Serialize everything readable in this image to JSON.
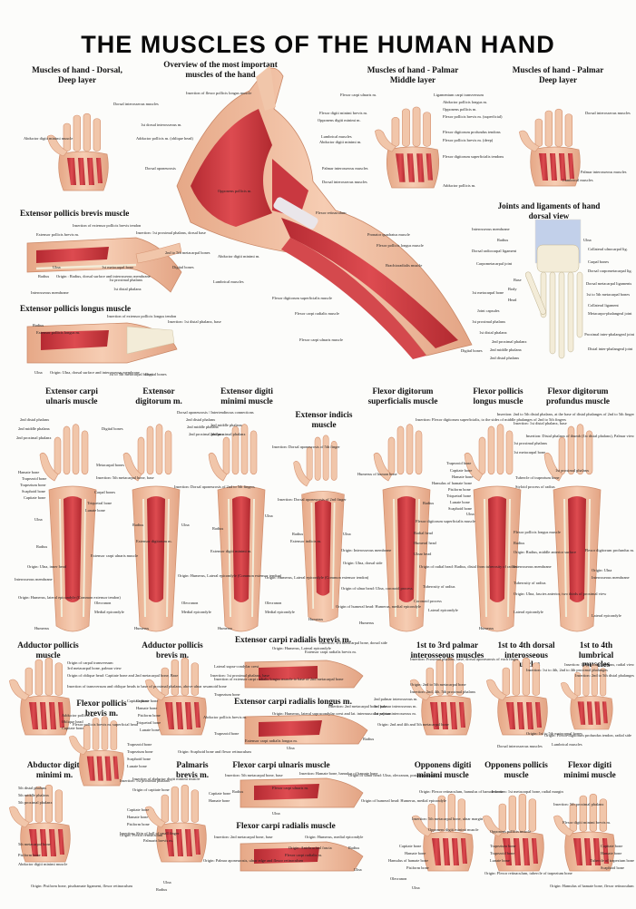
{
  "title": "THE MUSCLES OF THE HUMAN HAND",
  "colors": {
    "muscle": "#c8323a",
    "muscle_light": "#e07b78",
    "skin": "#f2c3a5",
    "skin_dark": "#e2a07f",
    "bone": "#f3ecd8",
    "tendon": "#e8e8ec",
    "vein": "#3c56b4",
    "nerve": "#e8d24a"
  },
  "sections": {
    "dorsal_deep": "Muscles of hand - Dorsal, Deep layer",
    "overview": "Overview of the most important muscles of the hand",
    "palmar_middle": "Muscles of hand - Palmar Middle layer",
    "palmar_deep": "Muscles of hand - Palmar Deep layer",
    "epb": "Extensor pollicis brevis muscle",
    "epl": "Extensor pollicis longus muscle",
    "joints": "Joints and ligaments of hand dorsal view",
    "ecu": "Extensor carpi ulnaris muscle",
    "ed": "Extensor digitorum m.",
    "edm": "Extensor digiti minimi muscle",
    "ei": "Extensor indicis muscle",
    "fds": "Flexor digitorum superficialis muscle",
    "fpl": "Flexor pollicis longus muscle",
    "fdp": "Flexor digitorum profundus muscle",
    "apl": "Adductor pollicis muscle",
    "apb": "Adductor pollicis brevis m.",
    "ecrb": "Extensor carpi radialis brevis m.",
    "palmar_interossei": "1st to 3rd palmar interosseous muscles",
    "dorsal_interossei": "1st to 4th dorsal interosseous muscles",
    "lumbrical": "1st to 4th lumbrical muscles",
    "fpb": "Flexor pollicis brevis m.",
    "ecrl": "Extensor carpi radialis longus m.",
    "adm": "Abductor digiti minimi m.",
    "pb": "Palmaris brevis m.",
    "fcu": "Flexor carpi ulnaris muscle",
    "odm": "Opponens digiti minimi muscle",
    "op": "Opponens pollicis muscle",
    "fdmin": "Flexor digiti minimi muscle",
    "fcr": "Flexor carpi radialis muscle"
  },
  "labels": {
    "overview": [
      "Insertion of flexor pollicis longus muscle",
      "1st dorsal interosseous m.",
      "Adductor pollicis m. (oblique head)",
      "Dorsal aponeurosis",
      "Lumbrical muscles",
      "Opponens pollicis m.",
      "Abductor digiti minimi m.",
      "Flexor retinaculum",
      "Pronator quadratus muscle",
      "Flexor pollicis longus muscle",
      "Brachioradialis muscle",
      "Flexor carpi radialis muscle",
      "Flexor carpi ulnaris muscle",
      "Flexor digitorum superficialis muscle"
    ],
    "palmar_middle": [
      "Flexor carpi ulnaris m.",
      "Ligamentum carpi transversum",
      "Abductor pollicis longus m.",
      "Opponens pollicis m.",
      "Flexor pollicis brevis m. (superficial)",
      "Flexor digiti minimi brevis m.",
      "Opponens digiti minimi m.",
      "Abductor digiti minimi m.",
      "Lumbrical muscles",
      "Flexor digitorum profundus tendons",
      "Flexor digitorum superficialis tendons",
      "Palmar interosseous muscles",
      "Dorsal interosseous muscles",
      "Adductor pollicis m.",
      "Flexor pollicis brevis m. (deep)"
    ],
    "dorsal_deep": [
      "Dorsal interosseous muscles",
      "Abductor digiti minimi muscle"
    ],
    "palmar_deep": [
      "Dorsal interosseous muscles",
      "Palmar interosseous muscles",
      "Lumbrical muscles"
    ],
    "epb": [
      "Insertion of extensor pollicis brevis tendon",
      "Insertion: 1st proximal phalanx, dorsal base",
      "Extensor pollicis brevis m.",
      "Ulna",
      "Radius",
      "Origin : Radius, dorsal surface and interosseous membrane",
      "Interosseous membrane",
      "1st metacarpal bone",
      "2nd to 5th metacarpal bones",
      "1st proximal phalanx",
      "1st distal phalanx",
      "Digital bones"
    ],
    "epl": [
      "Insertion of extensor pollicis longus tendon",
      "Insertion: 1st distal phalanx, base",
      "Extensor pollicis longus m.",
      "Radius",
      "Ulna",
      "Origin: Ulna, dorsal surface and interosseous membrane",
      "1st to 5th metacarpal bones",
      "Digital bones"
    ],
    "joints": [
      "Interosseous membrane",
      "Radius",
      "Dorsal radiocarpal ligament",
      "Carpometacarpal joint",
      "Base",
      "Body",
      "Head",
      "1st metacarpal bone",
      "Joint capsules",
      "1st proximal phalanx",
      "1st distal phalanx",
      "2nd proximal phalanx",
      "2nd middle phalanx",
      "2nd distal phalanx",
      "Digital bones",
      "Ulna",
      "Collateral ulnocarpal lig.",
      "Carpal bones",
      "Dorsal carpometacarpal lig.",
      "Dorsal metacarpal ligaments",
      "1st to 5th metacarpal bones",
      "Collateral ligament",
      "Metacarpo-phalangeal joint",
      "Proximal inter-phalangeal joint",
      "Distal inter-phalangeal joint"
    ],
    "ecu": [
      "2nd distal phalanx",
      "2nd middle phalanx",
      "2nd proximal phalanx",
      "Digital bones",
      "Hamate bone",
      "Trapezoid bone",
      "Trapezium bone",
      "Scaphoid bone",
      "Capitate bone",
      "Metacarpal bones",
      "Insertion: 5th metacarpal bone, base",
      "Carpal bones",
      "Triquetral bone",
      "Lunate bone",
      "Ulna",
      "Radius",
      "Extensor carpi ulnaris muscle",
      "Origin: Ulna, inner head",
      "Interosseous membrane",
      "Origin: Humerus, lateral epicondyle (Common extensor tendon)",
      "Olecranon",
      "Medial epicondyle",
      "Humerus"
    ],
    "ed": [
      "Dorsal aponeurosis / Intertendinous connections",
      "2nd distal phalanx",
      "2nd middle phalanx",
      "2nd proximal phalanx",
      "Insertion: Dorsal aponeurosis of 2nd to 5th fingers",
      "Radius",
      "Ulna",
      "Extensor digitorum m.",
      "Origin: Humerus, Lateral epicondyle (Common extensor tendon)",
      "Olecranon",
      "Medial epicondyle",
      "Humerus"
    ],
    "edm": [
      "2nd middle phalanx",
      "2nd proximal phalanx",
      "Insertion: Dorsal aponeurosis of 5th finger",
      "Radius",
      "Ulna",
      "Extensor digiti minimi m.",
      "Origin: Humerus, Lateral epicondyle (Common extensor tendon)",
      "Olecranon",
      "Medial epicondyle",
      "Humerus"
    ],
    "ei": [
      "Insertion: Dorsal aponeurosis of 2nd finger",
      "Radius",
      "Ulna",
      "Extensor indicis m.",
      "Origin: Interosseous membrane",
      "Origin: Ulna, dorsal side",
      "Humerus"
    ],
    "fds": [
      "Insertion: Flexor digitorum superficialis, to the sides of middle phalanges of 2nd to 5th fingers",
      "Humerus of human bone",
      "Radius",
      "Flexor digitorum superficialis muscle",
      "Radial head",
      "Humeral head",
      "Ulnar head",
      "Origin of radial head: Radius, distal from tuberosity of radius",
      "Tuberosity of radius",
      "Origin of ulnar head: Ulna, coronoid process",
      "Coronoid process",
      "Origin of humeral head: Humerus, medial epicondyle",
      "Lateral epicondyle",
      "Humerus"
    ],
    "fpl": [
      "Insertion: 1st distal phalanx, base",
      "1st proximal phalanx",
      "1st metacarpal bone",
      "Trapezoid bone",
      "Capitate bone",
      "Hamate bone",
      "Hamulus of hamate bone",
      "Pisiform bone",
      "Triquetral bone",
      "Lunate bone",
      "Scaphoid bone",
      "Tubercle of trapezium bone",
      "Styloid process of radius",
      "Flexor pollicis longus muscle",
      "Ulna",
      "Radius",
      "Origin: Radius, middle anterior surface",
      "Interosseous membrane",
      "Tuberosity of radius",
      "Origin: Ulna, fascies anterior, two thirds of proximal view",
      "Lateral epicondyle",
      "Humerus"
    ],
    "fdp": [
      "Insertion: 2nd to 5th distal phalanx, at the base of distal phalanges of 2nd to 5th finger",
      "Insertion: Distal phalanx of thumb (1st distal phalanx), Palmar view",
      "1st proximal phalanx",
      "Flexor digitorum profundus m.",
      "Origin: Ulna",
      "Interosseous membrane",
      "Lateral epicondyle"
    ],
    "apl": [
      "Origin of carpal transversum",
      "3rd metacarpal bone, palmar view",
      "Origin of oblique head: Capitate bone and 2nd metacarpal bone, Base",
      "Insertion of transversum and oblique heads to base of proximal phalanx, above ulnar sesamoid bone",
      "Adductor pollicis m.",
      "Oblique head",
      "Capitate bone"
    ],
    "apb": [
      "Trapezium bone",
      "Capitate bone",
      "Hamate bone",
      "Pisiform bone",
      "Triquetral bone",
      "Lunate bone",
      "Trapezoid bone",
      "Abductor pollicis brevis m.",
      "Insertion: 1st proximal phalanx, base",
      "Origin: Scaphoid bone and flexor retinaculum"
    ],
    "ecrb": [
      "Insertion: 3rd metacarpal bone, dorsal side",
      "Origin: Humerus, Lateral epicondyle",
      "Extensor carpi radialis brevis m.",
      "Lateral supra-condylar crest",
      "Insertion of extensor carpi radialis longus muscle to base of 2nd metacarpal bone"
    ],
    "ecrl": [
      "Insertion: 2nd metacarpal bone, base",
      "Origin: Humerus, lateral supracondylar crest and lat. intermuscular septum",
      "Extensor carpi radialis longus m.",
      "Ulna",
      "Radius"
    ],
    "palmar_interossei": [
      "Insertion: Proximal phalanx, base, dorsal aponeurosis of each finger",
      "Origin: 2nd to 5th metacarpal bone",
      "Insertion: 2nd, 4th, 5th proximal phalanx",
      "2nd palmar interosseous m.",
      "3rd palmar interosseous m.",
      "1st palmar interosseous m.",
      "Origin: 2nd and 4th and 5th metacarpal bone"
    ],
    "dorsal_interossei": [
      "Insertion: 1st to 4th, 2nd to 4th proximal phalanges",
      "Origin: 1st to 5th metacarpal bones",
      "Dorsal interosseous muscles"
    ],
    "lumbrical": [
      "Insertion: 1st proximal phalanx, radial view",
      "Insertion: 2nd to 5th distal phalanges",
      "Origin: Flexor digitorum profundus tendon, radial side",
      "Lumbrical muscles"
    ],
    "fpb": [
      "Flexor pollicis brevis m. superficial head",
      "Capitate bone",
      "Trapezoid bone",
      "Trapezium bone",
      "Scaphoid bone",
      "Lunate bone",
      "Capitate bone",
      "Hamate bone",
      "Pisiform bone",
      "Insertion: 1st proximal phalanx",
      "Origin: Flexor retinaculum"
    ],
    "adm": [
      "5th distal phalanx",
      "5th middle phalanx",
      "5th proximal phalanx",
      "5th metacarpal bone",
      "Pisiform bone",
      "Abductor digiti minimi muscle",
      "Origin: Pisiform bone, pisohamate ligament, flexor retinaculum"
    ],
    "pb": [
      "Insertion of abductor digiti minimi muscle",
      "Origin of capitate bone",
      "Capitate bone",
      "Hamate bone",
      "Insertion: Skin of ball of small finger",
      "Palmaris brevis m.",
      "Origin: Palmar aponeurosis, ulnar edge and flexor retinaculum",
      "Ulna",
      "Radius"
    ],
    "fcu": [
      "Insertion: 5th metacarpal bone, base",
      "Insertion: Hamate bone, hamulus of hamate bone",
      "Origin of ulnar head: Ulna, olecranon, posterior margin",
      "Origin of humeral head: Humerus, medial epicondyle",
      "Flexor carpi ulnaris m.",
      "Ulna",
      "Radius"
    ],
    "fcr": [
      "Insertion: 2nd metacarpal bone, base",
      "Flexor carpi radialis m.",
      "Origin: Humerus, medial epicondyle",
      "Origin: Antebrachial fascia",
      "Radius",
      "Ulna",
      "Olecranon"
    ],
    "odm": [
      "Origin: Flexor retinaculum, hamulus of hamate bone",
      "Insertion: 5th metacarpal bone, ulnar margin",
      "Opponens digiti minimi muscle",
      "Capitate bone",
      "Hamate bone",
      "Hamulus of hamate bone",
      "Pisiform bone",
      "Ulna"
    ],
    "op": [
      "Insertion: 1st metacarpal bone, radial margin",
      "Opponens pollicis muscle",
      "Trapezium bone",
      "Trapezoid bone",
      "Lunate bone",
      "Origin: Flexor retinaculum, tubercle of trapezium bone"
    ],
    "fdmin": [
      "Insertion: 5th proximal phalanx",
      "Flexor digiti minimi brevis m.",
      "Capitate bone",
      "Hamate bone",
      "Tubercle of trapezium bone",
      "Scaphoid bone",
      "Origin: Hamulus of hamate bone, flexor retinaculum"
    ]
  }
}
